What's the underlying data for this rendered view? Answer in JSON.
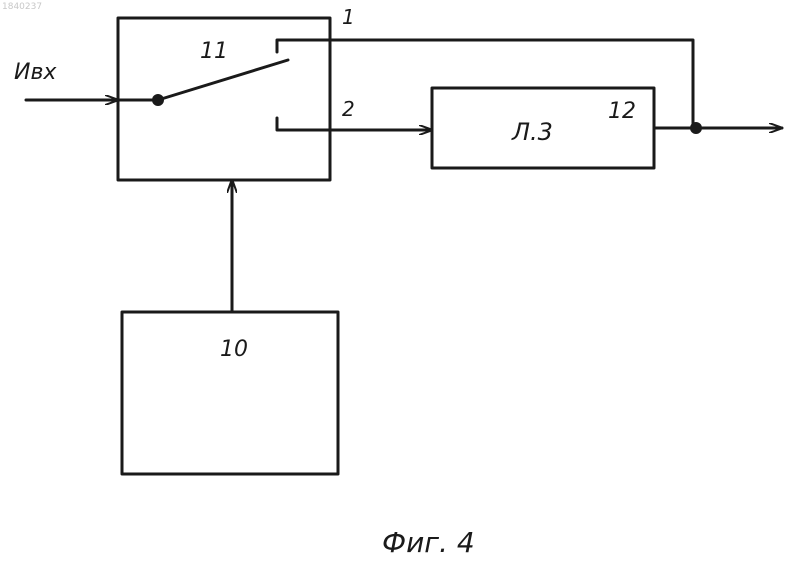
{
  "watermark": "1840237",
  "input_label": "Ивх",
  "switch": {
    "number": "11",
    "output_1": "1",
    "output_2": "2"
  },
  "delay_line": {
    "label": "Л.3",
    "number": "12"
  },
  "control_block": {
    "number": "10"
  },
  "caption": "Фиг. 4"
}
